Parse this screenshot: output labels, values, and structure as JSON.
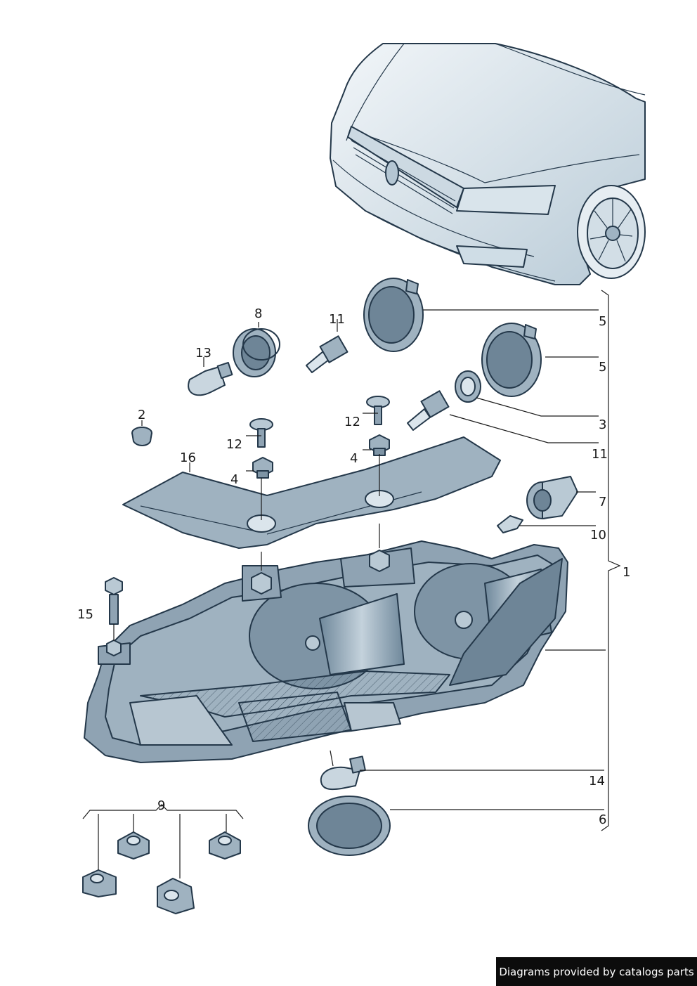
{
  "callouts": {
    "c1": "1",
    "c2": "2",
    "c3": "3",
    "c4a": "4",
    "c4b": "4",
    "c5a": "5",
    "c5b": "5",
    "c6": "6",
    "c7": "7",
    "c8": "8",
    "c9": "9",
    "c10": "10",
    "c11a": "11",
    "c11b": "11",
    "c12a": "12",
    "c12b": "12",
    "c13": "13",
    "c14": "14",
    "c15": "15",
    "c16": "16"
  },
  "footer": {
    "credit": "Diagrams provided by catalogs parts"
  },
  "colors": {
    "part_fill": "#8fa3b3",
    "light_fill": "#d7e1e8",
    "line": "#24384a",
    "car_fill": "#e3ecf2"
  }
}
